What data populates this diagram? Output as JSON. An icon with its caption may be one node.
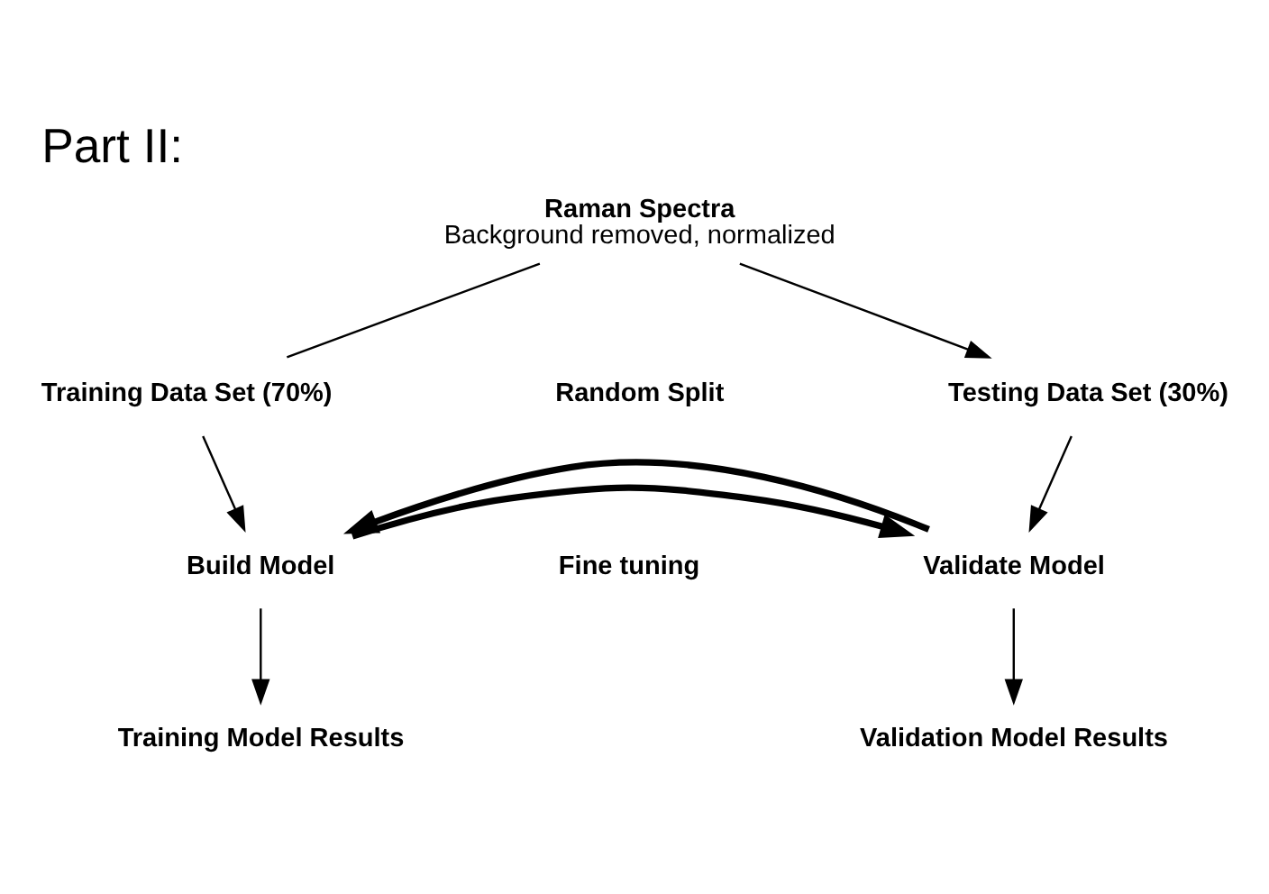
{
  "diagram": {
    "title": "Part II:",
    "nodes": [
      {
        "text": [
          "Raman Spectra",
          "Background removed, normalized"
        ]
      },
      {
        "text": [
          "Training Data Set (70%)"
        ]
      },
      {
        "text": [
          "Testing Data Set (30%)"
        ]
      },
      {
        "text": [
          "Build Model"
        ]
      },
      {
        "text": [
          "Validate Model"
        ]
      },
      {
        "text": [
          "Training Model Results"
        ]
      },
      {
        "text": [
          "Validation Model Results"
        ]
      }
    ],
    "edges": [
      {
        "from": 0,
        "to": 1,
        "arrow": "none"
      },
      {
        "from": 0,
        "to": 2,
        "arrow": "to"
      },
      {
        "from": 1,
        "to": 3,
        "arrow": "to"
      },
      {
        "from": 2,
        "to": 4,
        "arrow": "to"
      },
      {
        "from": 3,
        "to": 4,
        "arrow": "to",
        "style": "thick"
      },
      {
        "from": 4,
        "to": 3,
        "arrow": "to",
        "style": "thick"
      },
      {
        "from": 3,
        "to": 5,
        "arrow": "to"
      },
      {
        "from": 4,
        "to": 6,
        "arrow": "to"
      }
    ],
    "labels": [
      "Random Split",
      "Fine tuning"
    ]
  }
}
